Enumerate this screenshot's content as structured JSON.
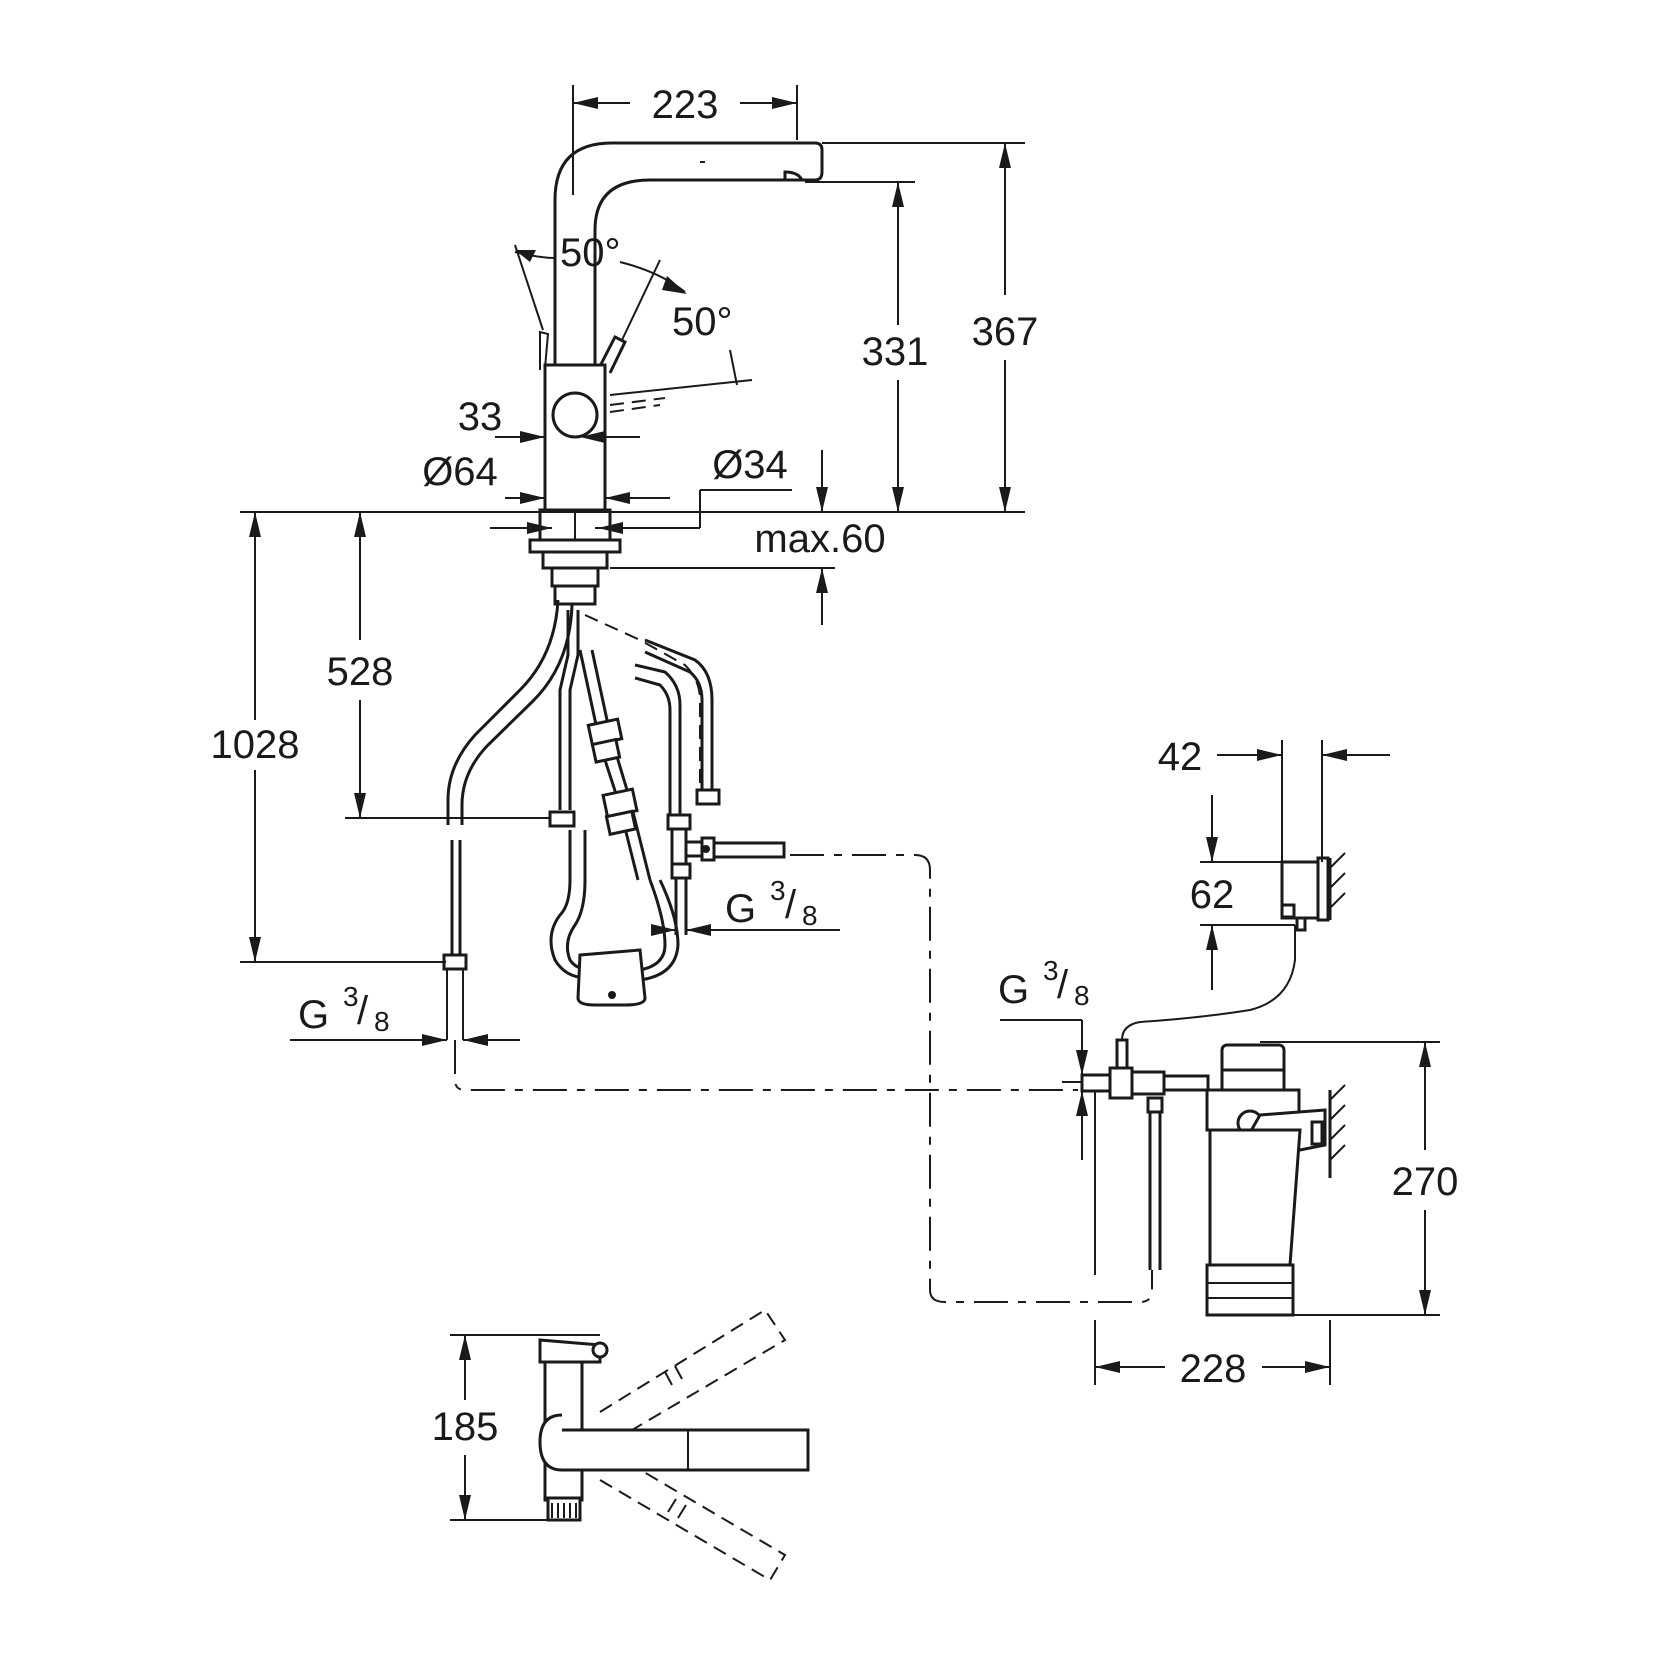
{
  "dimensions": {
    "d223": "223",
    "d367": "367",
    "d331": "331",
    "angle_left": "50°",
    "angle_right": "50°",
    "d33": "33",
    "d64": "Ø64",
    "d34": "Ø34",
    "max60": "max.60",
    "d528": "528",
    "d1028": "1028",
    "d42": "42",
    "d62": "62",
    "d270": "270",
    "d228": "228",
    "d185": "185"
  },
  "threads": {
    "prefix": "G",
    "numerator": "3",
    "slash": "/",
    "denominator": "8"
  }
}
